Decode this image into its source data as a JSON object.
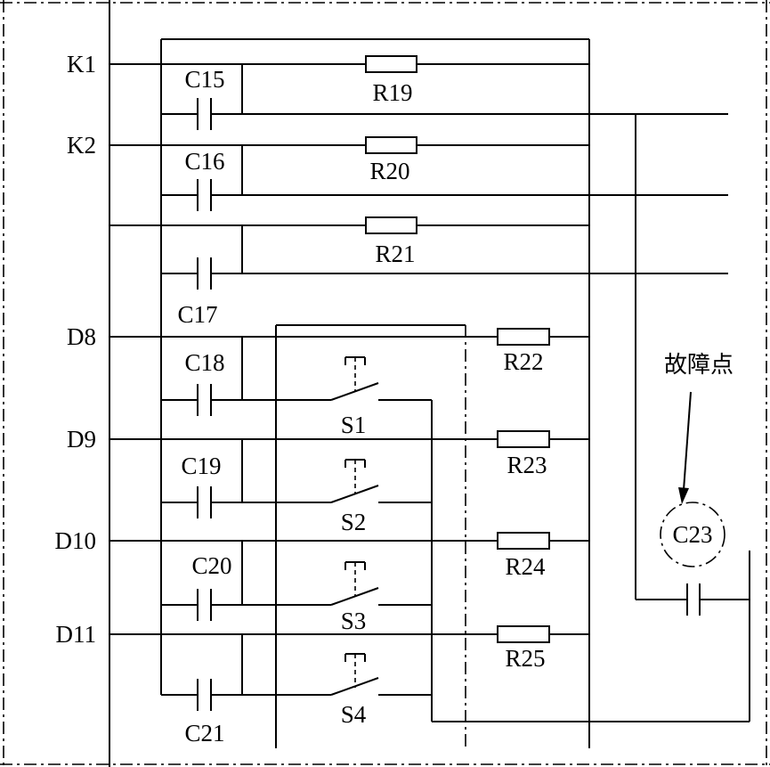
{
  "inputs": [
    "K1",
    "K2",
    "D8",
    "D9",
    "D10",
    "D11"
  ],
  "capacitors": [
    "C15",
    "C16",
    "C17",
    "C18",
    "C19",
    "C20",
    "C21"
  ],
  "resistors": [
    "R19",
    "R20",
    "R21",
    "R22",
    "R23",
    "R24",
    "R25"
  ],
  "switches": [
    "S1",
    "S2",
    "S3",
    "S4"
  ],
  "fault": {
    "capacitor": "C23",
    "label": "故障点"
  }
}
